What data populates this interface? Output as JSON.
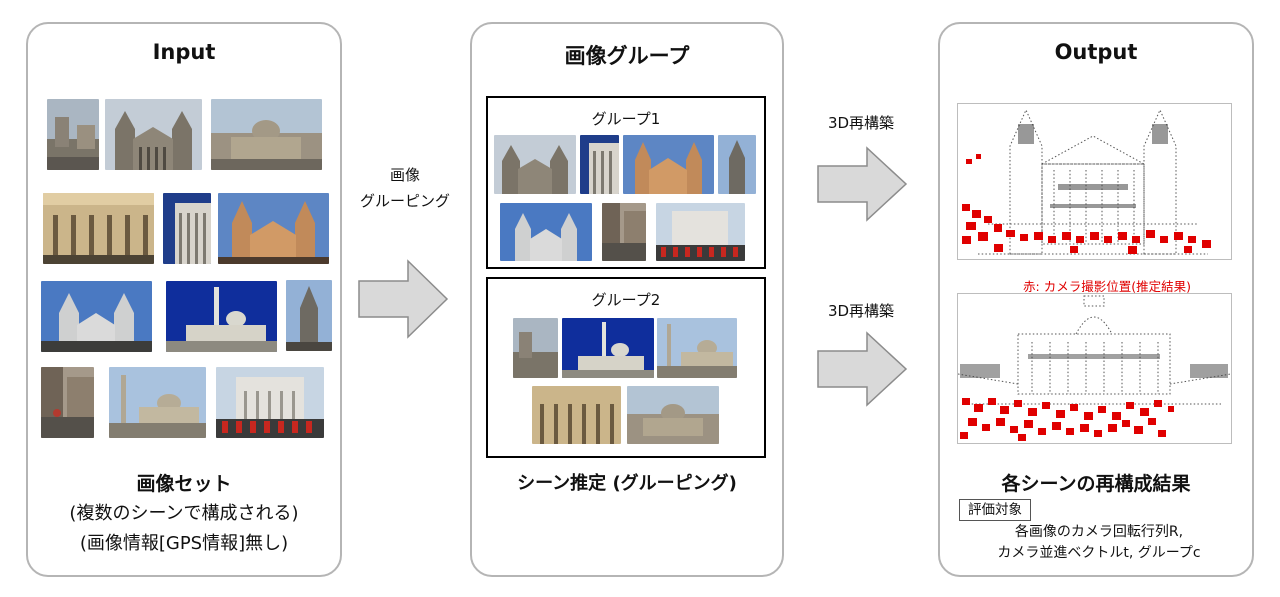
{
  "input_panel": {
    "title": "Input",
    "caption_main": "画像セット",
    "caption_line1": "(複数のシーンで構成される)",
    "caption_line2": "(画像情報[GPS情報]無し)"
  },
  "grouping_arrow": {
    "label_line1": "画像",
    "label_line2": "グルーピング"
  },
  "group_panel": {
    "title": "画像グループ",
    "group1_label": "グループ1",
    "group2_label": "グループ2",
    "caption": "シーン推定 (グルーピング)"
  },
  "recon_arrows": {
    "top_label": "3D再構築",
    "bottom_label": "3D再構築"
  },
  "output_panel": {
    "title": "Output",
    "red_note": "赤: カメラ撮影位置(推定結果)",
    "caption_main": "各シーンの再構成結果",
    "eval_badge": "評価対象",
    "eval_line1": "各画像のカメラ回転行列R,",
    "eval_line2": "カメラ並進ベクトルt, グループc"
  },
  "colors": {
    "panel_border": "#b5b5b5",
    "arrow_fill": "#d9d9d9",
    "arrow_stroke": "#8c8c8c",
    "camera_red": "#e00000"
  }
}
